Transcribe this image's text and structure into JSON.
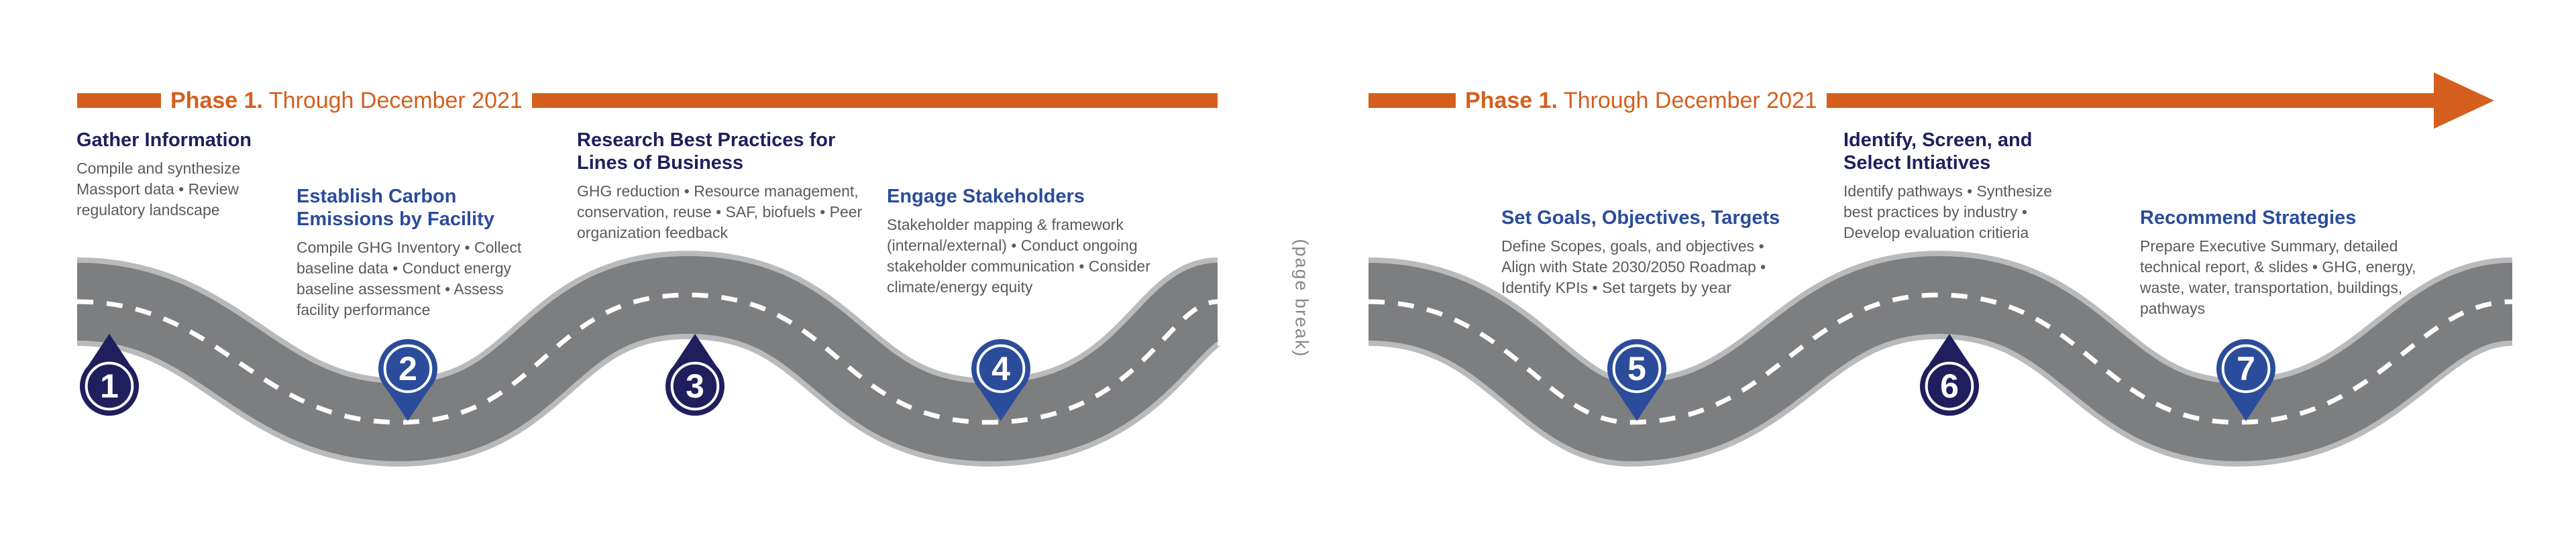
{
  "colors": {
    "orange": "#D45F1E",
    "navy": "#1F1F5E",
    "blue": "#2B4C9B",
    "road": "#7d7e80",
    "road_edge": "#b9babb",
    "text_gray": "#5a5a5a"
  },
  "phases": [
    {
      "strong": "Phase 1.",
      "rest": " Through December 2021"
    },
    {
      "strong": "Phase 1.",
      "rest": " Through December 2021"
    }
  ],
  "page_break": "(page break)",
  "steps": [
    {
      "number": "1",
      "title": "Gather Information",
      "desc": "Compile and synthesize Massport data • Review regulatory landscape",
      "pin_icon": "map-pin-icon"
    },
    {
      "number": "2",
      "title": "Establish Carbon Emissions by Facility",
      "desc": "Compile GHG Inventory • Collect baseline data • Conduct energy baseline assessment • Assess facility performance",
      "pin_icon": "map-pin-icon"
    },
    {
      "number": "3",
      "title": "Research Best Practices for Lines of Business",
      "desc": "GHG reduction • Resource management, conservation, reuse • SAF, biofuels • Peer organization feedback",
      "pin_icon": "map-pin-icon"
    },
    {
      "number": "4",
      "title": "Engage Stakeholders",
      "desc": "Stakeholder mapping & framework (internal/external) • Conduct ongoing stakeholder communication • Consider climate/energy equity",
      "pin_icon": "map-pin-icon"
    },
    {
      "number": "5",
      "title": "Set Goals, Objectives, Targets",
      "desc": "Define Scopes, goals, and objectives • Align with State 2030/2050 Roadmap • Identify KPIs • Set targets by year",
      "pin_icon": "map-pin-icon"
    },
    {
      "number": "6",
      "title": "Identify, Screen, and Select Intiatives",
      "desc": "Identify pathways • Synthesize best practices by industry • Develop evaluation critieria",
      "pin_icon": "map-pin-icon"
    },
    {
      "number": "7",
      "title": "Recommend Strategies",
      "desc": "Prepare Executive Summary, detailed technical report, & slides • GHG, energy, waste, water, transportation, buildings, pathways",
      "pin_icon": "map-pin-icon"
    }
  ]
}
